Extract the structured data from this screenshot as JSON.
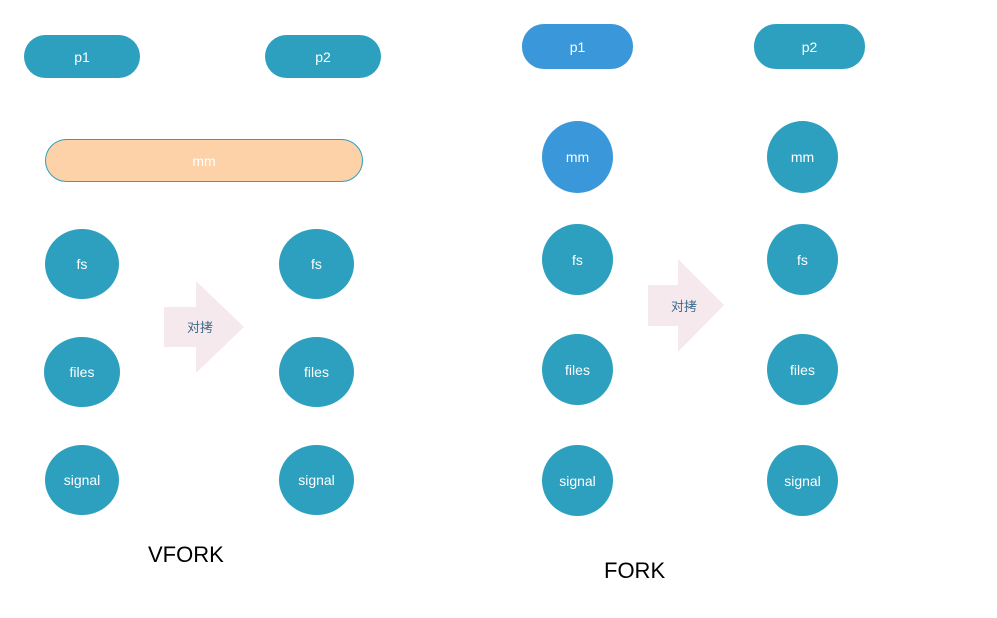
{
  "colors": {
    "teal": "#2ca0be",
    "blue": "#3a97da",
    "peach": "#fdd2a8",
    "peach_border": "#2ca0be",
    "arrow": "#f6e9ee"
  },
  "vfork": {
    "p1": "p1",
    "p2": "p2",
    "mm": "mm",
    "left": {
      "fs": "fs",
      "files": "files",
      "signal": "signal"
    },
    "right": {
      "fs": "fs",
      "files": "files",
      "signal": "signal"
    },
    "arrow_label": "对拷",
    "caption": "VFORK"
  },
  "fork": {
    "p1": "p1",
    "p2": "p2",
    "left": {
      "mm": "mm",
      "fs": "fs",
      "files": "files",
      "signal": "signal"
    },
    "right": {
      "mm": "mm",
      "fs": "fs",
      "files": "files",
      "signal": "signal"
    },
    "arrow_label": "对拷",
    "caption": "FORK"
  }
}
